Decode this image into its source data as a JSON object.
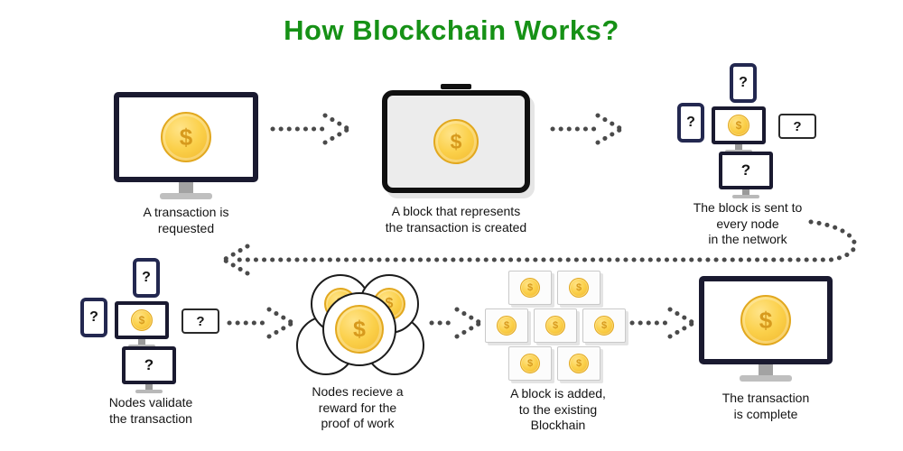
{
  "title": "How Blockchain Works?",
  "glyphs": {
    "dollar": "$",
    "question": "?"
  },
  "colors": {
    "title_green": "#169116",
    "coin_fill": "#fbd04a",
    "coin_edge": "#e2a81f",
    "coin_symbol": "#d79a1d",
    "device_frame": "#232850",
    "monitor_frame": "#1a1a30",
    "arrow_gray": "#4a4a4a",
    "text_dark": "#141414"
  },
  "steps": [
    {
      "caption": "A transaction is\nrequested"
    },
    {
      "caption": "A block that represents\nthe transaction is created"
    },
    {
      "caption": "The block is sent to\nevery node\nin the network"
    },
    {
      "caption": "Nodes validate\nthe transaction"
    },
    {
      "caption": "Nodes recieve a\nreward for the\nproof of work"
    },
    {
      "caption": "A block is added,\nto the existing\nBlockhain"
    },
    {
      "caption": "The transaction\nis complete"
    }
  ]
}
